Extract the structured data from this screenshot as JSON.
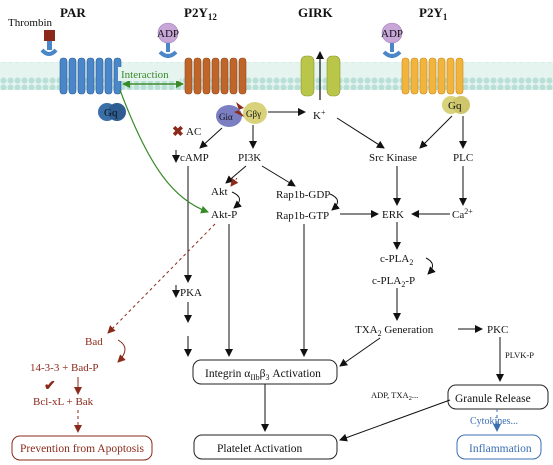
{
  "receptors": {
    "par": "PAR",
    "p2y12": "P2Y",
    "p2y12_sub": "12",
    "girk": "GIRK",
    "p2y1": "P2Y",
    "p2y1_sub": "1"
  },
  "ligands": {
    "thrombin": "Thrombin",
    "adp_left": "ADP",
    "adp_right": "ADP"
  },
  "membrane": {
    "interaction": "Interaction",
    "gq_left": "Gq",
    "gq_right": "Gq",
    "gi_alpha": "Giα",
    "gbg": "Gβγ",
    "k_plus": "K",
    "k_plus_sup": "+"
  },
  "nodes": {
    "ac": "AC",
    "camp": "cAMP",
    "pi3k": "PI3K",
    "akt": "Akt",
    "akt_p": "Akt-P",
    "rap1b_gdp": "Rap1b-GDP",
    "rap1b_gtp": "Rap1b-GTP",
    "src_kinase": "Src Kinase",
    "plc": "PLC",
    "erk": "ERK",
    "ca": "Ca",
    "ca_sup": "2+",
    "cpla2": "c-PLA",
    "cpla2_sub": "2",
    "cpla2_p": "c-PLA",
    "cpla2_p_sub": "2",
    "cpla2_p_tail": "-P",
    "pka": "PKA",
    "txa2_gen": "TXA",
    "txa2_gen_sub": "2",
    "txa2_gen_tail": " Generation",
    "pkc": "PKC",
    "plvkp": "PLVK-P",
    "bad": "Bad",
    "bad_p": "14-3-3 + Bad-P",
    "bcl": "Bcl-xL + Bak",
    "adp_txa2": "ADP, TXA",
    "adp_txa2_sub": "2",
    "adp_txa2_tail": "...",
    "cytokines": "Cytokines..."
  },
  "boxes": {
    "integrin_pre": "Integrin α",
    "integrin_sub1": "IIb",
    "integrin_mid": "β",
    "integrin_sub2": "3",
    "integrin_post": " Activation",
    "platelet": "Platelet Activation",
    "granule": "Granule Release",
    "apoptosis": "Prevention from Apoptosis",
    "inflammation": "Inflammation"
  },
  "colors": {
    "membrane": "#cfe9e2",
    "par_receptor": "#4a86c8",
    "p2y12_receptor": "#c0652a",
    "girk_channel": "#b9c64a",
    "p2y1_receptor": "#f2b43c",
    "gq_protein": "#3a6fa8",
    "gi_protein": "#7b7fc2",
    "gbg_protein": "#d8d27a",
    "thrombin": "#8b2a1a",
    "adp": "#c9a6d8",
    "interaction": "#3a8a2a",
    "apoptosis_path": "#8b2a1a",
    "inflammation": "#3a6fb0"
  }
}
